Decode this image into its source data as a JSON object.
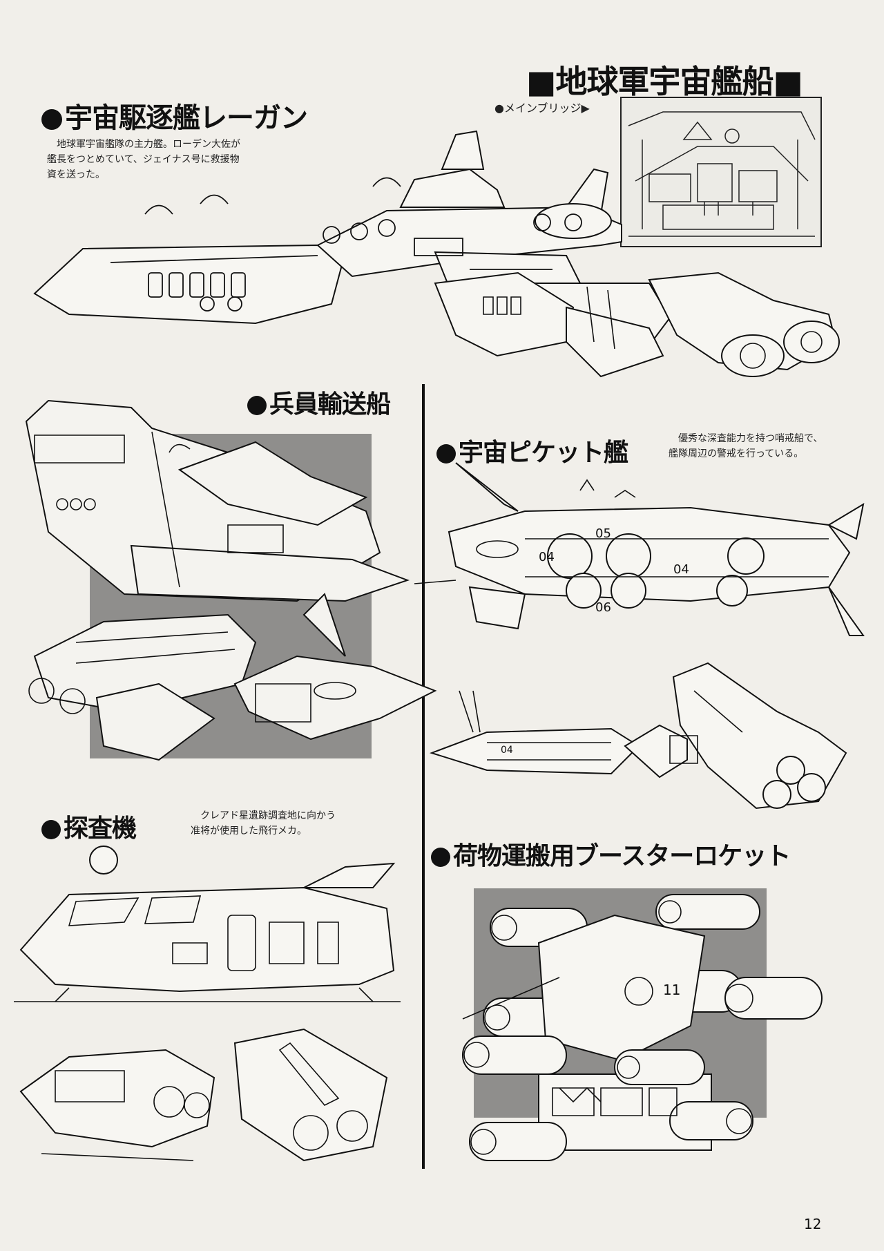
{
  "page_title": "■地球軍宇宙艦船■",
  "sections": {
    "destroyer": {
      "title": "宇宙駆逐艦レーガン",
      "caption_lines": [
        "地球軍宇宙艦隊の主力艦。ローデン大佐が",
        "艦長をつとめていて、ジェイナス号に救援物",
        "資を送った。"
      ]
    },
    "bridge": {
      "label": "●メインブリッジ▶"
    },
    "transport": {
      "title": "兵員輸送船"
    },
    "picket": {
      "title": "宇宙ピケット艦",
      "caption_lines": [
        "優秀な深査能力を持つ哨戒船で、",
        "艦隊周辺の警戒を行っている。"
      ]
    },
    "probe": {
      "title": "探査機",
      "caption_lines": [
        "クレアド星遺跡調査地に向かう",
        "准将が使用した飛行メカ。"
      ]
    },
    "booster": {
      "title": "荷物運搬用ブースターロケット"
    }
  },
  "ship_markings": {
    "picket_a": "04",
    "picket_b": "06",
    "picket_c": "05",
    "picket_d": "04",
    "booster": "11"
  },
  "page_number": "12",
  "colors": {
    "panel_gray": "#8f8e8c",
    "ink": "#111111",
    "paper": "#f1efea"
  }
}
